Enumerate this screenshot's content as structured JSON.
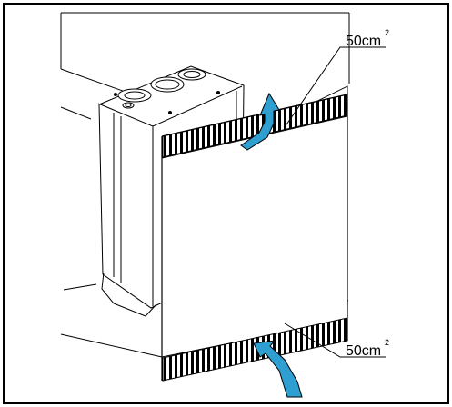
{
  "labels": {
    "top": {
      "value": "50cm",
      "unit_exp": "2"
    },
    "bottom": {
      "value": "50cm",
      "unit_exp": "2"
    }
  },
  "colors": {
    "arrow": "#2e9fd0",
    "stroke": "#000000"
  },
  "icons": [
    "airflow-out-arrow",
    "airflow-in-arrow",
    "boiler",
    "vent-grille"
  ]
}
